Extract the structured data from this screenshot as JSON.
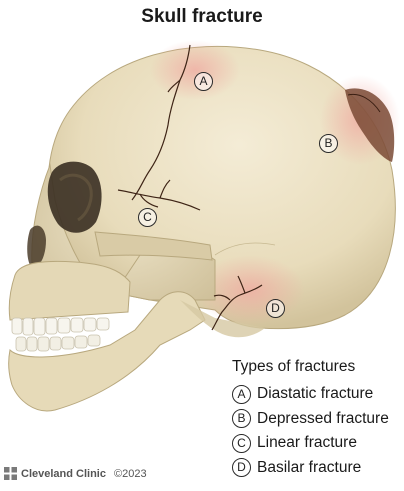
{
  "title": "Skull fracture",
  "markers": {
    "a": "A",
    "b": "B",
    "c": "C",
    "d": "D"
  },
  "legend": {
    "title": "Types of fractures",
    "items": [
      {
        "letter": "A",
        "label": "Diastatic fracture"
      },
      {
        "letter": "B",
        "label": "Depressed fracture"
      },
      {
        "letter": "C",
        "label": "Linear fracture"
      },
      {
        "letter": "D",
        "label": "Basilar fracture"
      }
    ]
  },
  "footer": {
    "brand": "Cleveland Clinic",
    "copyright": "©2023"
  },
  "colors": {
    "bone": "#ece3c8",
    "bone_shadow": "#cdbf98",
    "fracture_red": "#e9a9a0",
    "crack": "#4a2a1a"
  }
}
